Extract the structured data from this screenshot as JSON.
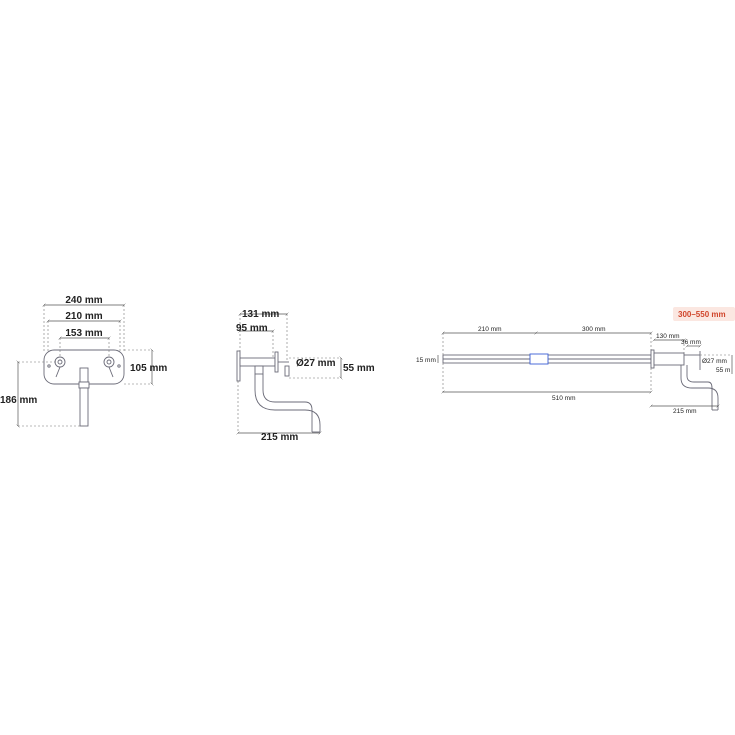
{
  "colors": {
    "outline": "#6b6b78",
    "dimension": "#555555",
    "accent_blue": "#3b5fd6",
    "badge_bg": "#fbe7e1",
    "badge_text": "#d0452b"
  },
  "front_view": {
    "width_outer": "240 mm",
    "width_mid": "210 mm",
    "width_inner": "153 mm",
    "height_plate": "105 mm",
    "height_total": "186 mm"
  },
  "side_view": {
    "depth_1": "131 mm",
    "depth_2": "95 mm",
    "diameter": "Ø27 mm",
    "height": "55 mm",
    "spout_reach": "215 mm"
  },
  "top_view": {
    "range_badge": "300–550 mm",
    "seg_a": "210 mm",
    "seg_b": "300 mm",
    "seg_c": "130 mm",
    "left_height": "15 mm",
    "total_length": "510 mm",
    "detail_width": "36 mm",
    "diameter": "Ø27 mm",
    "height": "55 m",
    "spout_reach": "215 mm"
  }
}
